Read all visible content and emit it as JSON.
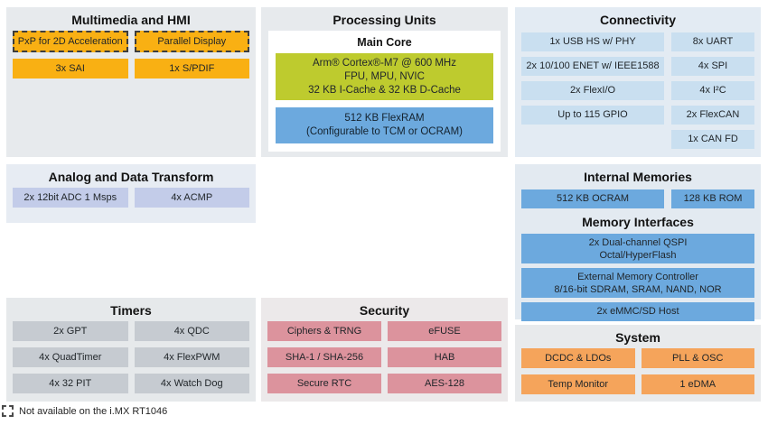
{
  "colors": {
    "multimedia_orange": "#F9B013",
    "system_orange": "#F5A45B",
    "cpu_green": "#BECB2E",
    "memory_blue": "#6CA9DE",
    "connectivity_blue": "#C9DFF0",
    "analog_lavender": "#C3CCE9",
    "timer_gray": "#C6CBD1",
    "security_pink": "#DC939D"
  },
  "sections": {
    "multimedia": {
      "title": "Multimedia and HMI",
      "items": [
        {
          "label": "PxP for 2D Acceleration",
          "dashed": true
        },
        {
          "label": "Parallel Display",
          "dashed": true
        },
        {
          "label": "3x SAI",
          "dashed": false
        },
        {
          "label": "1x S/PDIF",
          "dashed": false
        }
      ]
    },
    "processing": {
      "title": "Processing Units",
      "main_core": {
        "title": "Main Core",
        "cpu": {
          "lines": [
            "Arm® Cortex®-M7 @ 600 MHz",
            "FPU, MPU, NVIC",
            "32 KB I-Cache & 32 KB D-Cache"
          ]
        },
        "flexram": {
          "lines": [
            "512 KB FlexRAM",
            "(Configurable to TCM or OCRAM)"
          ]
        }
      }
    },
    "connectivity": {
      "title": "Connectivity",
      "left_items": [
        "1x USB HS w/ PHY",
        "2x 10/100 ENET w/ IEEE1588",
        "2x FlexI/O",
        "Up to 115 GPIO"
      ],
      "right_items": [
        "8x UART",
        "4x SPI",
        "4x I²C",
        "2x FlexCAN",
        "1x CAN FD"
      ]
    },
    "analog": {
      "title": "Analog and Data Transform",
      "items": [
        "2x 12bit ADC 1 Msps",
        "4x ACMP"
      ]
    },
    "internal_memories": {
      "title": "Internal Memories",
      "items": [
        "512 KB OCRAM",
        "128 KB ROM"
      ],
      "memory_interfaces": {
        "title": "Memory Interfaces",
        "items": [
          {
            "lines": [
              "2x Dual-channel QSPI",
              "Octal/HyperFlash"
            ]
          },
          {
            "lines": [
              "External Memory Controller",
              "8/16-bit SDRAM, SRAM, NAND, NOR"
            ]
          },
          {
            "lines": [
              "2x eMMC/SD Host"
            ]
          }
        ]
      }
    },
    "timers": {
      "title": "Timers",
      "items": [
        "2x GPT",
        "4x QDC",
        "4x QuadTimer",
        "4x FlexPWM",
        "4x 32 PIT",
        "4x Watch Dog"
      ]
    },
    "security": {
      "title": "Security",
      "items": [
        "Ciphers & TRNG",
        "eFUSE",
        "SHA-1 / SHA-256",
        "HAB",
        "Secure RTC",
        "AES-128"
      ]
    },
    "system": {
      "title": "System",
      "items": [
        "DCDC & LDOs",
        "PLL & OSC",
        "Temp Monitor",
        "1 eDMA"
      ]
    }
  },
  "legend": {
    "icon": "dashed-box-icon",
    "label": "Not available on the i.MX RT1046"
  }
}
